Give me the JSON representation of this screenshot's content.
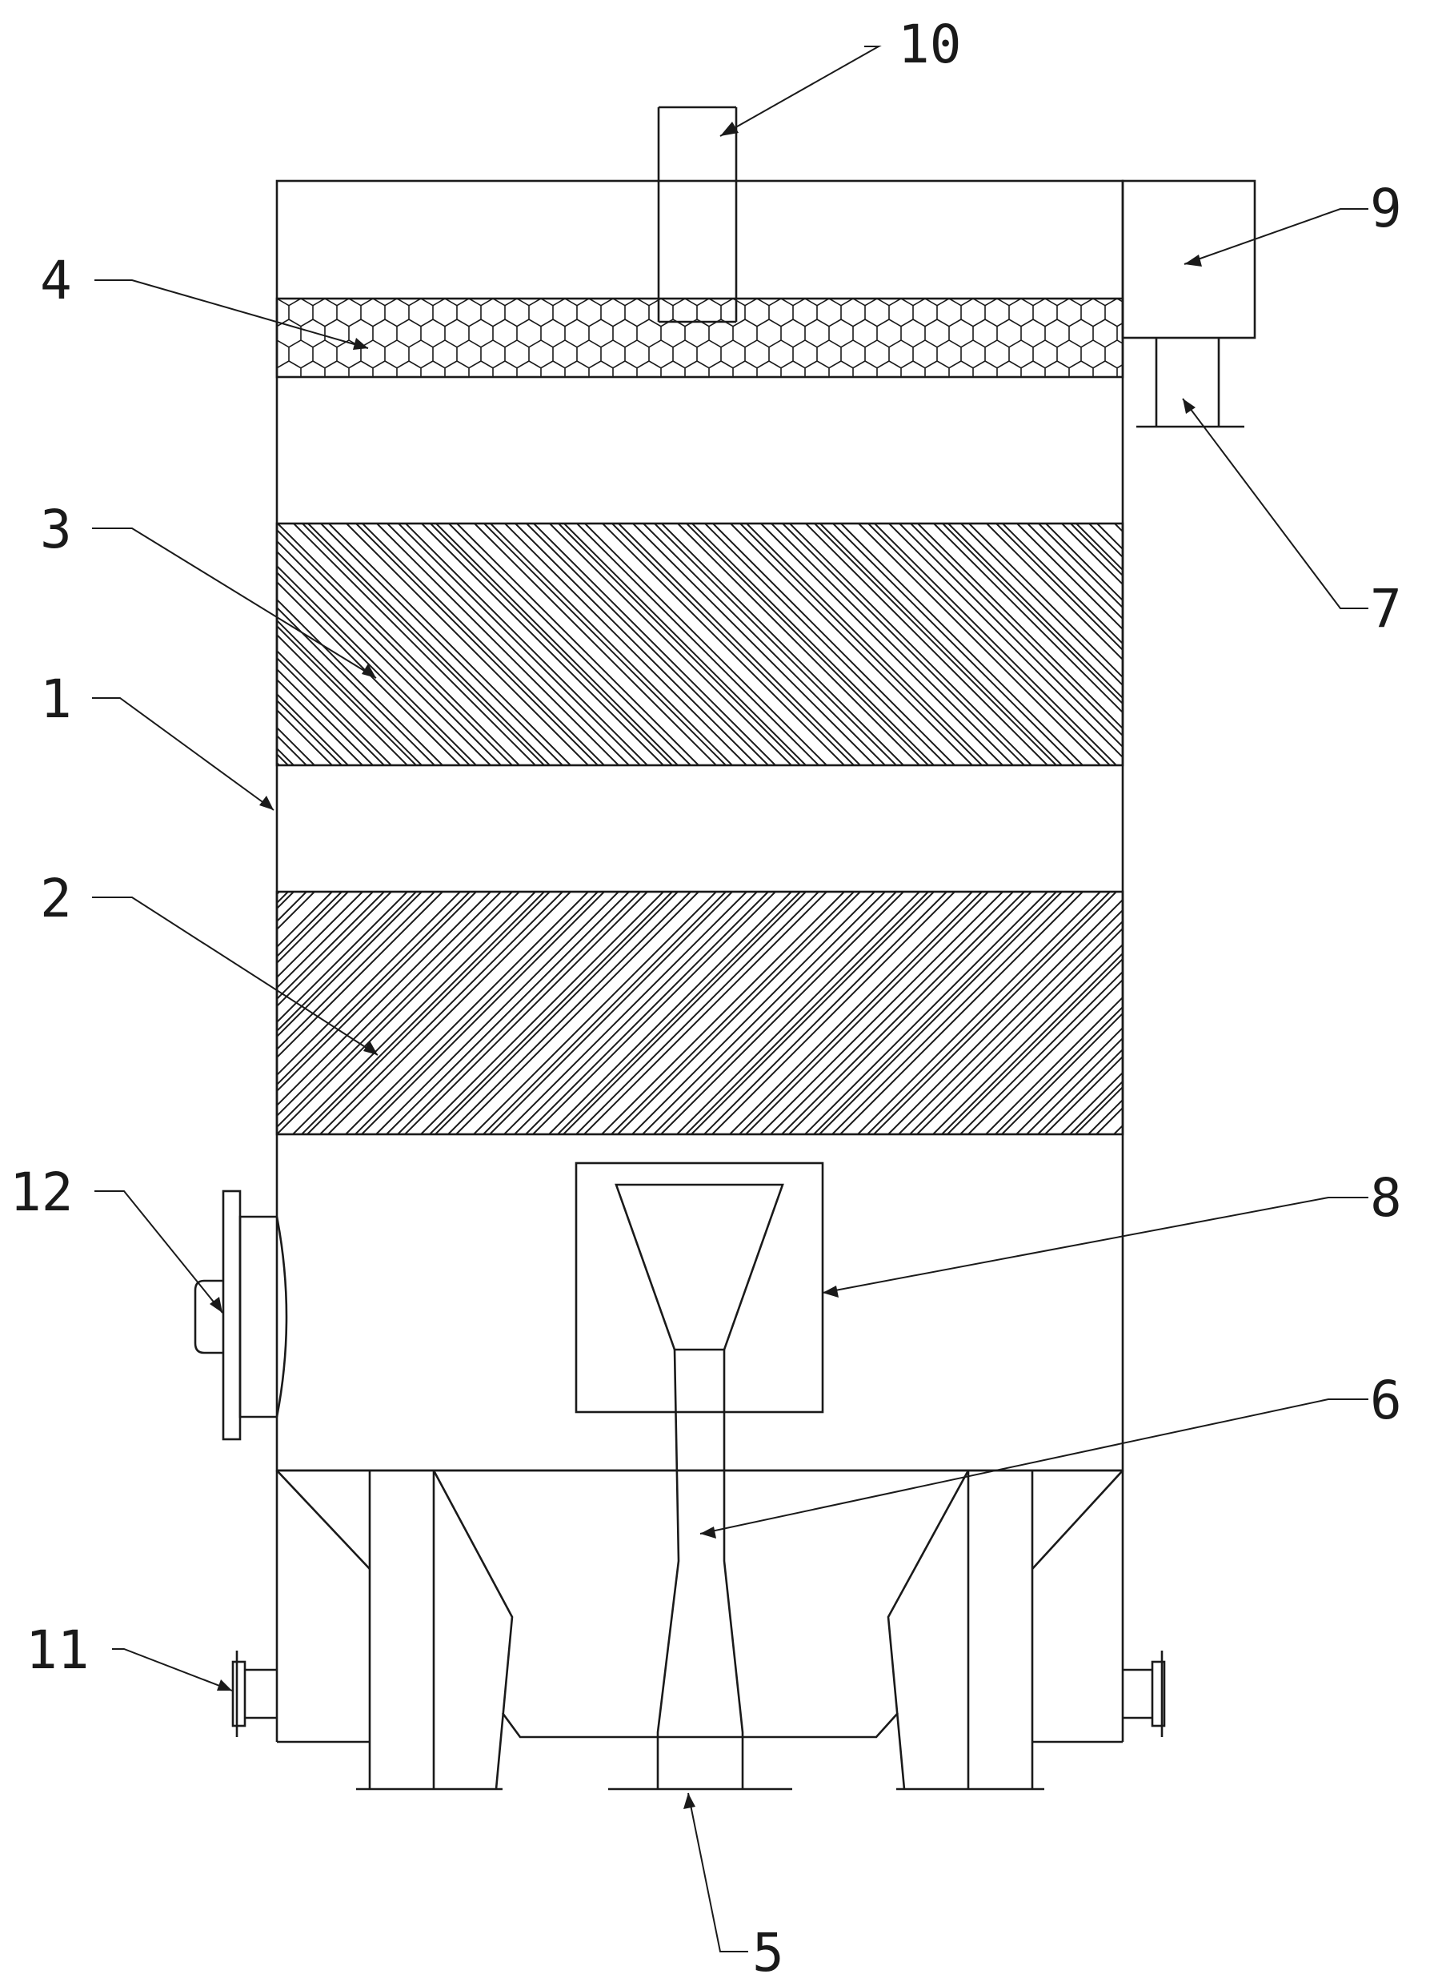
{
  "diagram": {
    "labels": {
      "l1": "1",
      "l2": "2",
      "l3": "3",
      "l4": "4",
      "l5": "5",
      "l6": "6",
      "l7": "7",
      "l8": "8",
      "l9": "9",
      "l10": "10",
      "l11": "11",
      "l12": "12"
    },
    "colors": {
      "stroke": "#1a1a1a",
      "background": "#ffffff"
    }
  }
}
